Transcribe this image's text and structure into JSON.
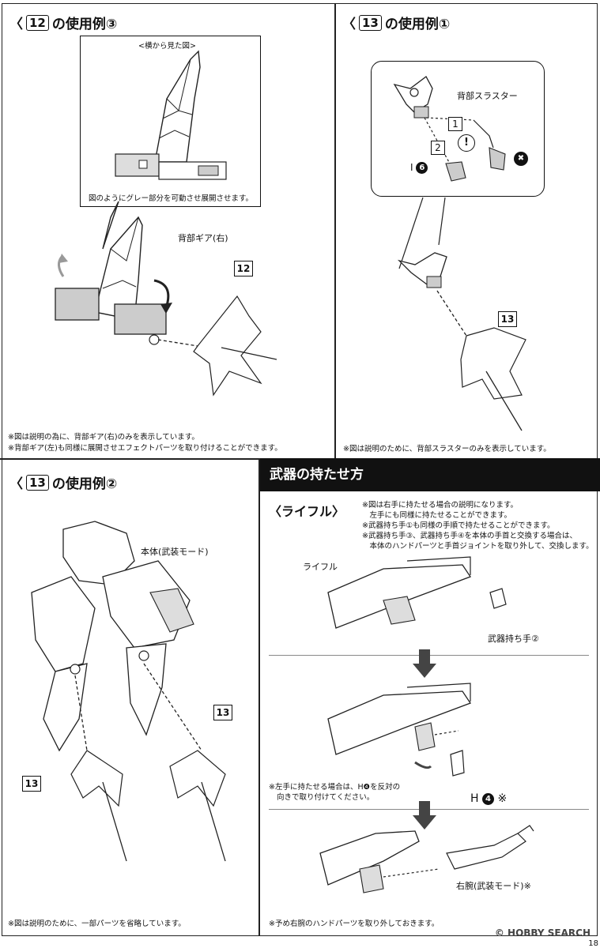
{
  "panel1": {
    "title_prefix": "〈",
    "title_num": "12",
    "title_suffix": "の使用例③",
    "inset_caption": "<横から見た図>",
    "inset_note": "図のようにグレー部分を可動させ展開させます。",
    "label_gear": "背部ギア(右)",
    "callout": "12",
    "note1": "※図は説明の為に、背部ギア(右)のみを表示しています。",
    "note2": "※背部ギア(左)も同様に展開させエフェクトパーツを取り付けることができます。"
  },
  "panel2": {
    "title_prefix": "〈",
    "title_num": "13",
    "title_suffix": "の使用例①",
    "label_thruster": "背部スラスター",
    "step1": "1",
    "step2": "2",
    "part_letter": "I",
    "part_num": "6",
    "warn": "!",
    "ng": "✖",
    "callout": "13",
    "note": "※図は説明のために、背部スラスターのみを表示しています。"
  },
  "panel3": {
    "title_prefix": "〈",
    "title_num": "13",
    "title_suffix": "の使用例②",
    "label_body": "本体(武装モード)",
    "callout_left": "13",
    "callout_right": "13",
    "note": "※図は説明のために、一部パーツを省略しています。"
  },
  "panel4": {
    "header": "武器の持たせ方",
    "subtitle": "〈ライフル〉",
    "notes": [
      "※図は右手に持たせる場合の説明になります。",
      "　左手にも同様に持たせることができます。",
      "※武器持ち手①も同様の手順で持たせることができます。",
      "※武器持ち手③、武器持ち手④を本体の手首と交換する場合は、",
      "　本体のハンドパーツと手首ジョイントを取り外して、交換します。"
    ],
    "label_rifle": "ライフル",
    "label_hand2": "武器持ち手②",
    "part_letter": "H",
    "part_num": "4",
    "part_mark": "※",
    "left_hand_note1": "※左手に持たせる場合は、H❹を反対の",
    "left_hand_note2": "向きで取り付けてください。",
    "label_arm": "右腕(武装モード)※",
    "note_bottom": "※予め右腕のハンドパーツを取り外しておきます。"
  },
  "footer": {
    "watermark": "© HOBBY SEARCH",
    "page": "18"
  }
}
